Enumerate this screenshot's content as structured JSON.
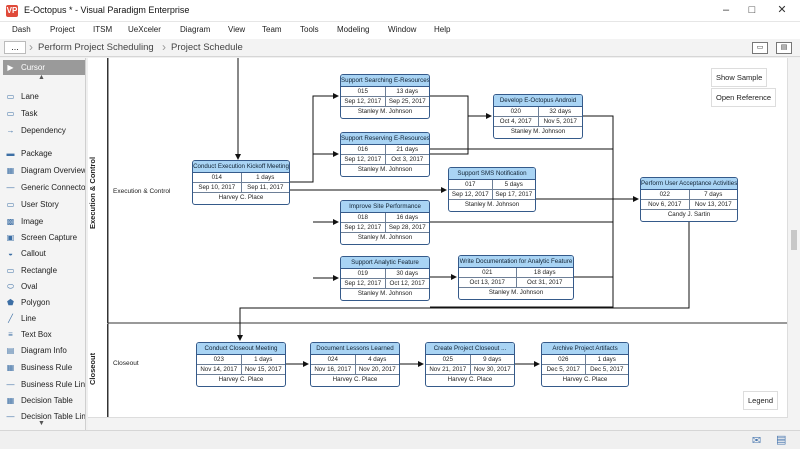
{
  "window": {
    "title": "E-Octopus * - Visual Paradigm Enterprise",
    "app_icon": "VP",
    "minimize": "–",
    "maximize": "□",
    "close": "✕"
  },
  "menu": [
    "Dash",
    "Project",
    "ITSM",
    "UeXceler",
    "Diagram",
    "View",
    "Team",
    "Tools",
    "Modeling",
    "Window",
    "Help"
  ],
  "breadcrumb": {
    "more": "...",
    "items": [
      "Perform Project Scheduling",
      "Project Schedule"
    ]
  },
  "palette": {
    "selected": "Cursor",
    "items": [
      {
        "label": "Lane",
        "icon": "lane-icon"
      },
      {
        "label": "Task",
        "icon": "task-icon"
      },
      {
        "label": "Dependency",
        "icon": "arrow-icon"
      },
      {
        "label": "Package",
        "icon": "package-icon"
      },
      {
        "label": "Diagram Overview",
        "icon": "diagram-overview-icon"
      },
      {
        "label": "Generic Connector",
        "icon": "connector-icon"
      },
      {
        "label": "User Story",
        "icon": "user-story-icon"
      },
      {
        "label": "Image",
        "icon": "image-icon"
      },
      {
        "label": "Screen Capture",
        "icon": "screen-capture-icon"
      },
      {
        "label": "Callout",
        "icon": "callout-icon"
      },
      {
        "label": "Rectangle",
        "icon": "rectangle-icon"
      },
      {
        "label": "Oval",
        "icon": "oval-icon"
      },
      {
        "label": "Polygon",
        "icon": "polygon-icon"
      },
      {
        "label": "Line",
        "icon": "line-icon"
      },
      {
        "label": "Text Box",
        "icon": "text-box-icon"
      },
      {
        "label": "Diagram Info",
        "icon": "diagram-info-icon"
      },
      {
        "label": "Business Rule",
        "icon": "business-rule-icon"
      },
      {
        "label": "Business Rule Link",
        "icon": "link-icon"
      },
      {
        "label": "Decision Table",
        "icon": "decision-table-icon"
      },
      {
        "label": "Decision Table Link",
        "icon": "link-icon"
      }
    ]
  },
  "lanes": [
    {
      "title": "Execution & Control",
      "label": "Execution & Control"
    },
    {
      "title": "Closeout",
      "label": "Closeout"
    }
  ],
  "buttons": {
    "show_sample": "Show Sample",
    "open_reference": "Open Reference",
    "legend": "Legend"
  },
  "tasks": [
    {
      "name": "Support Searching E-Resources",
      "id": "015",
      "duration": "13 days",
      "start": "Sep 12, 2017",
      "end": "Sep 25, 2017",
      "owner": "Stanley M. Johnson"
    },
    {
      "name": "Develop E-Octopus Android",
      "id": "020",
      "duration": "32 days",
      "start": "Oct 4, 2017",
      "end": "Nov 5, 2017",
      "owner": "Stanley M. Johnson"
    },
    {
      "name": "Support Reserving E-Resources",
      "id": "016",
      "duration": "21 days",
      "start": "Sep 12, 2017",
      "end": "Oct 3, 2017",
      "owner": "Stanley M. Johnson"
    },
    {
      "name": "Conduct Execution Kickoff Meeting",
      "id": "014",
      "duration": "1 days",
      "start": "Sep 10, 2017",
      "end": "Sep 11, 2017",
      "owner": "Harvey C. Place"
    },
    {
      "name": "Support SMS Notification",
      "id": "017",
      "duration": "5 days",
      "start": "Sep 12, 2017",
      "end": "Sep 17, 2017",
      "owner": "Stanley M. Johnson"
    },
    {
      "name": "Perform User Acceptance Activities",
      "id": "022",
      "duration": "7 days",
      "start": "Nov 6, 2017",
      "end": "Nov 13, 2017",
      "owner": "Candy J. Sartin"
    },
    {
      "name": "Improve Site Performance",
      "id": "018",
      "duration": "16 days",
      "start": "Sep 12, 2017",
      "end": "Sep 28, 2017",
      "owner": "Stanley M. Johnson"
    },
    {
      "name": "Support Analytic Feature",
      "id": "019",
      "duration": "30 days",
      "start": "Sep 12, 2017",
      "end": "Oct 12, 2017",
      "owner": "Stanley M. Johnson"
    },
    {
      "name": "Write Documentation for Analytic Feature",
      "id": "021",
      "duration": "18 days",
      "start": "Oct 13, 2017",
      "end": "Oct 31, 2017",
      "owner": "Stanley M. Johnson"
    },
    {
      "name": "Conduct Closeout Meeting",
      "id": "023",
      "duration": "1 days",
      "start": "Nov 14, 2017",
      "end": "Nov 15, 2017",
      "owner": "Harvey C. Place"
    },
    {
      "name": "Document Lessons Learned",
      "id": "024",
      "duration": "4 days",
      "start": "Nov 16, 2017",
      "end": "Nov 20, 2017",
      "owner": "Harvey C. Place"
    },
    {
      "name": "Create Project Closeout ...",
      "id": "025",
      "duration": "9 days",
      "start": "Nov 21, 2017",
      "end": "Nov 30, 2017",
      "owner": "Harvey C. Place"
    },
    {
      "name": "Archive Project Artifacts",
      "id": "026",
      "duration": "1 days",
      "start": "Dec 5, 2017",
      "end": "Dec 5, 2017",
      "owner": "Harvey C. Place"
    }
  ],
  "statusbar": {
    "mail_icon": "mail-icon",
    "doc_icon": "document-icon"
  }
}
